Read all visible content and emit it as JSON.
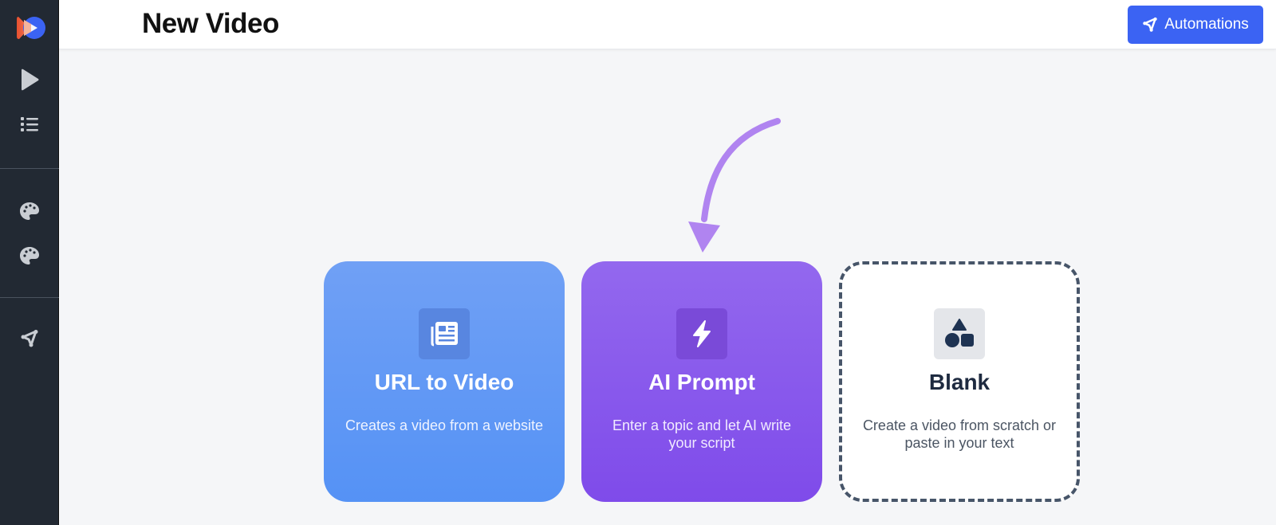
{
  "header": {
    "title": "New Video",
    "automations_label": "Automations"
  },
  "sidebar": {
    "items": [
      {
        "icon": "logo-icon"
      },
      {
        "icon": "play-icon"
      },
      {
        "icon": "list-icon"
      },
      {
        "icon": "palette-icon"
      },
      {
        "icon": "palette-icon"
      },
      {
        "icon": "automation-icon"
      }
    ]
  },
  "cards": [
    {
      "title": "URL to Video",
      "description": "Creates a video from a website",
      "icon": "newspaper-icon"
    },
    {
      "title": "AI Prompt",
      "description": "Enter a topic and let AI write your script",
      "icon": "bolt-icon"
    },
    {
      "title": "Blank",
      "description": "Create a video from scratch or paste in your text",
      "icon": "shapes-icon"
    }
  ],
  "colors": {
    "sidebar_bg": "#222933",
    "accent": "#3b63f3",
    "url_card": "#5f96f5",
    "ai_card": "#8656eb",
    "arrow": "#b084f0",
    "blank_border": "#475569"
  }
}
